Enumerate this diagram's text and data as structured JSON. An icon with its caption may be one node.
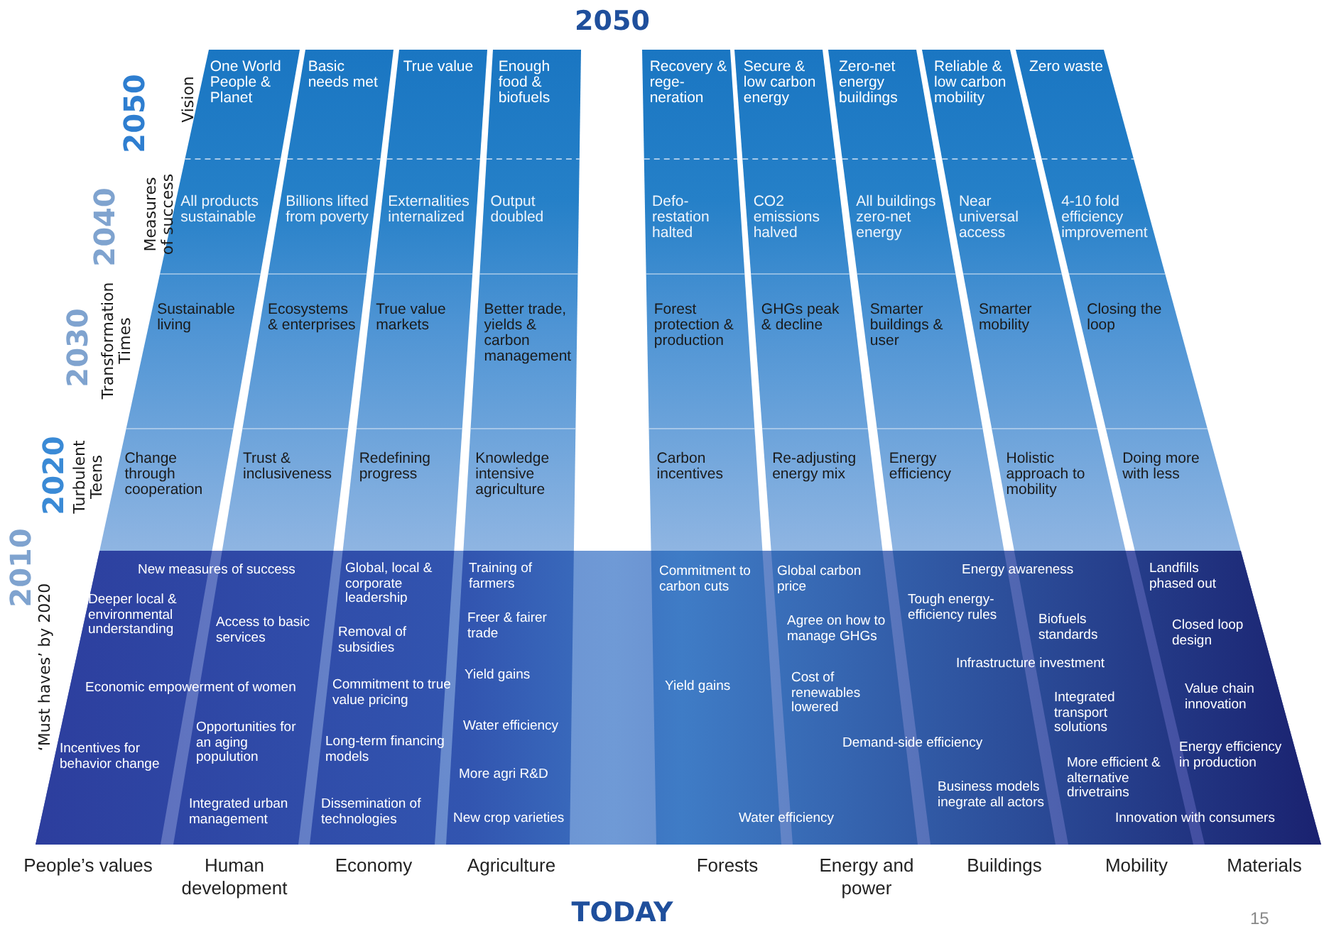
{
  "diagram": {
    "title": "2050",
    "nodes": [
      {
        "text": [
          "One World People & Planet"
        ]
      },
      {
        "text": [
          "Basic needs met"
        ]
      },
      {
        "text": [
          "True value"
        ]
      },
      {
        "text": [
          "Enough food & biofuels"
        ]
      },
      {
        "text": [
          "Recovery & rege-neration"
        ]
      },
      {
        "text": [
          "Secure & low carbon energy"
        ]
      },
      {
        "text": [
          "Zero-net energy buildings"
        ]
      },
      {
        "text": [
          "Reliable & low carbon mobility"
        ]
      },
      {
        "text": [
          "Zero waste"
        ]
      },
      {
        "text": [
          "All products sustainable"
        ]
      },
      {
        "text": [
          "Billions lifted from poverty"
        ]
      },
      {
        "text": [
          "Externalities internalized"
        ]
      },
      {
        "text": [
          "Output doubled"
        ]
      },
      {
        "text": [
          "Defo-restation halted"
        ]
      },
      {
        "text": [
          "CO2 emissions halved"
        ]
      },
      {
        "text": [
          "All buildings zero-net energy"
        ]
      },
      {
        "text": [
          "Near universal access"
        ]
      },
      {
        "text": [
          "4-10 fold efficiency improvement"
        ]
      },
      {
        "text": [
          "Sustainable living"
        ]
      },
      {
        "text": [
          "Ecosystems & enterprises"
        ]
      },
      {
        "text": [
          "True value markets"
        ]
      },
      {
        "text": [
          "Better trade, yields & carbon management"
        ]
      },
      {
        "text": [
          "Forest protection & production"
        ]
      },
      {
        "text": [
          "GHGs peak & decline"
        ]
      },
      {
        "text": [
          "Smarter buildings & user"
        ]
      },
      {
        "text": [
          "Smarter mobility"
        ]
      },
      {
        "text": [
          "Closing the loop"
        ]
      },
      {
        "text": [
          "Change through cooperation"
        ]
      },
      {
        "text": [
          "Trust & inclusiveness"
        ]
      },
      {
        "text": [
          "Redefining progress"
        ]
      },
      {
        "text": [
          "Knowledge intensive agriculture"
        ]
      },
      {
        "text": [
          "Carbon incentives"
        ]
      },
      {
        "text": [
          "Re-adjusting energy mix"
        ]
      },
      {
        "text": [
          "Energy efficiency"
        ]
      },
      {
        "text": [
          "Holistic approach to mobility"
        ]
      },
      {
        "text": [
          "Doing more with less"
        ]
      }
    ],
    "labels": [
      "2050",
      "Vision",
      "2040",
      "Measures of success",
      "2030",
      "Transformation Times",
      "2020",
      "Turbulent Teens",
      "2010",
      "‘Must haves’ by 2020",
      "New measures of success",
      "Deeper local & environmental understanding",
      "Access to basic services",
      "Economic empowerment of women",
      "Incentives for behavior change",
      "Opportunities for an aging populution",
      "Integrated urban management",
      "Global, local & corporate leadership",
      "Removal of subsidies",
      "Commitment to true value pricing",
      "Long-term financing models",
      "Dissemination of technologies",
      "Training of farmers",
      "Freer & fairer trade",
      "Yield gains",
      "Water efficiency",
      "More agri R&D",
      "New crop varieties",
      "Commitment to carbon cuts",
      "Yield gains",
      "Water efficiency",
      "Global carbon price",
      "Agree on how to manage GHGs",
      "Cost of renewables lowered",
      "Demand-side efficiency",
      "Energy awareness",
      "Tough energy-efficiency rules",
      "Biofuels standards",
      "Infrastructure investment",
      "Integrated transport solutions",
      "Business models inegrate all actors",
      "More efficient & alternative drivetrains",
      "Innovation with consumers",
      "Landfills phased out",
      "Closed loop design",
      "Value chain innovation",
      "Energy efficiency in production",
      "People’s values",
      "Human development",
      "Economy",
      "Agriculture",
      "Forests",
      "Energy and power",
      "Buildings",
      "Mobility",
      "Materials",
      "TODAY",
      "15"
    ]
  }
}
